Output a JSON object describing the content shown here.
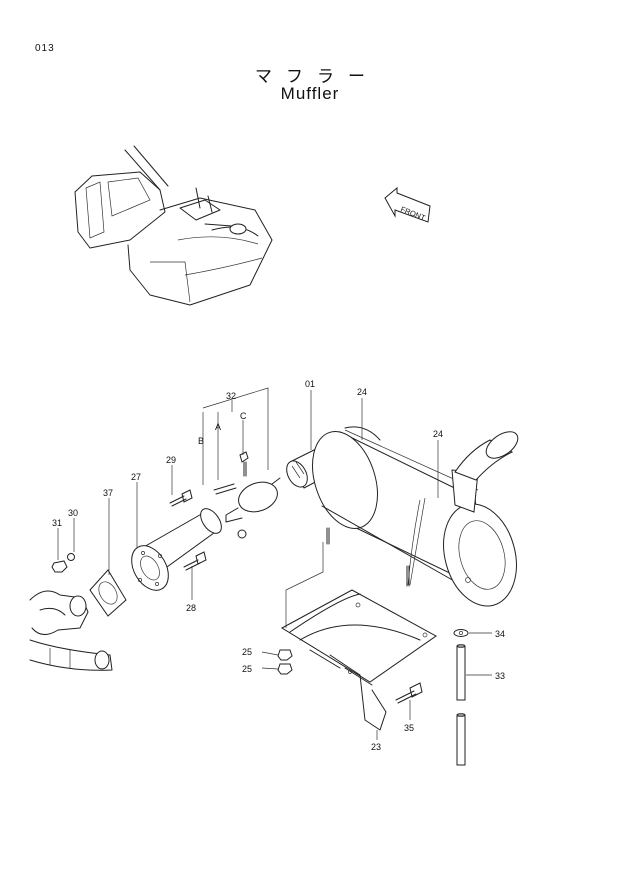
{
  "page": {
    "number": "013",
    "title_jp": "マフラー",
    "title_en": "Muffler"
  },
  "direction_label": "FRONT",
  "callouts": {
    "c01": "01",
    "c24a": "24",
    "c24b": "24",
    "c32": "32",
    "cA": "A",
    "cB": "B",
    "cC": "C",
    "c29": "29",
    "c27": "27",
    "c37": "37",
    "c30": "30",
    "c31": "31",
    "c28": "28",
    "c34": "34",
    "c33": "33",
    "c25a": "25",
    "c25b": "25",
    "c35": "35",
    "c23": "23"
  }
}
